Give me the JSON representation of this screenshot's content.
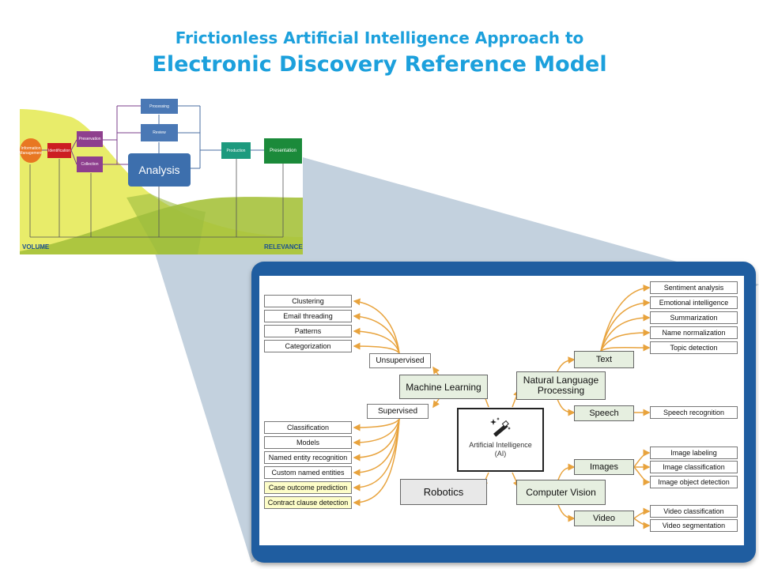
{
  "title": {
    "line1": "Frictionless Artificial Intelligence Approach to",
    "line2": "Electronic Discovery Reference Model"
  },
  "edrm": {
    "information_management": "Information Management",
    "identification": "Identification",
    "preservation": "Preservation",
    "collection": "Collection",
    "processing": "Processing",
    "review": "Review",
    "analysis": "Analysis",
    "production": "Production",
    "presentation": "Presentation",
    "volume_label": "VOLUME",
    "relevance_label": "RELEVANCE"
  },
  "mindmap": {
    "center": "Artificial Intelligence (AI)",
    "center_line1": "Artificial Intelligence",
    "center_line2": "(AI)",
    "machine_learning": "Machine Learning",
    "unsupervised": "Unsupervised",
    "supervised": "Supervised",
    "unsupervised_items": [
      "Clustering",
      "Email threading",
      "Patterns",
      "Categorization"
    ],
    "supervised_items": [
      "Classification",
      "Models",
      "Named entity recognition",
      "Custom named entities",
      "Case outcome prediction",
      "Contract clause detection"
    ],
    "nlp_line1": "Natural Language",
    "nlp_line2": "Processing",
    "text": "Text",
    "text_items": [
      "Sentiment analysis",
      "Emotional intelligence",
      "Summarization",
      "Name normalization",
      "Topic detection"
    ],
    "speech": "Speech",
    "speech_items": [
      "Speech recognition"
    ],
    "robotics": "Robotics",
    "computer_vision": "Computer Vision",
    "images": "Images",
    "images_items": [
      "Image labeling",
      "Image classification",
      "Image object detection"
    ],
    "video": "Video",
    "video_items": [
      "Video classification",
      "Video segmentation"
    ]
  },
  "colors": {
    "title": "#1ca0dc",
    "panel": "#1f5da0",
    "connector": "#e8a33d",
    "highlight": "#fdfdc8"
  }
}
